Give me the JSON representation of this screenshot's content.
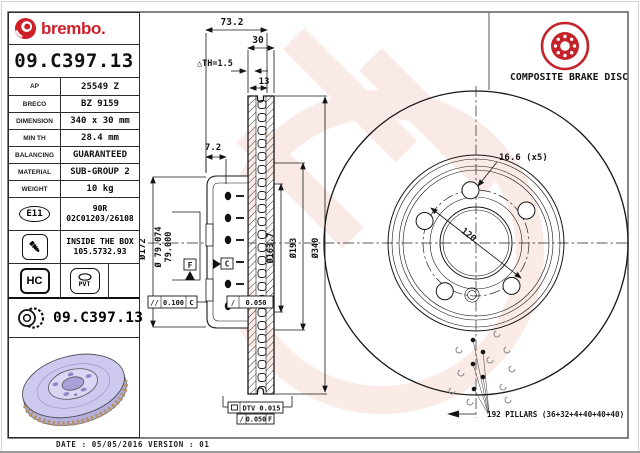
{
  "page": {
    "brand": "brembo.",
    "part_number": "09.C397.13",
    "composite_label": "COMPOSITE BRAKE DISC",
    "date_line": "DATE : 05/05/2016 VERSION : 01"
  },
  "spec": {
    "rows": [
      {
        "label": "AP",
        "value": "25549 Z"
      },
      {
        "label": "BRECO",
        "value": "BZ 9159"
      },
      {
        "label": "DIMENSION",
        "value": "340 x 30 mm"
      },
      {
        "label": "MIN TH",
        "value": "28.4 mm"
      },
      {
        "label": "BALANCING",
        "value": "GUARANTEED"
      },
      {
        "label": "MATERIAL",
        "value": "SUB-GROUP 2"
      },
      {
        "label": "WEIGHT",
        "value": "10 kg"
      }
    ],
    "e11_badge": "E11",
    "e11_line1": "90R",
    "e11_line2": "02C01203/26108",
    "box_line1": "INSIDE THE BOX",
    "box_line2": "105.5732.93",
    "hc_badge": "HC",
    "pvt_badge": "PVT",
    "bottom_part_number": "09.C397.13"
  },
  "dims": {
    "total_height": "73.2",
    "band_width": "30",
    "th": "△TH=1.5",
    "pad_depth": "13",
    "flange": "7.2",
    "dia_172": "Ø172",
    "bore_hi": "Ø 79.074",
    "bore_lo": "79.000",
    "dia_163": "Ø163.7",
    "dia_193": "Ø193",
    "dia_340": "Ø340",
    "bolt_hole": "16.6 (x5)",
    "pcd": "120",
    "pillars": "192 PILLARS (36+32+4+40+40+40)"
  },
  "tol": {
    "par_sym": "//",
    "par_val": "0.100",
    "par_datum": "C",
    "run_sym": "/",
    "run_val": "0.050",
    "dtv": "DTV 0.015",
    "flat_sym": "/",
    "flat_val": "0.050",
    "flat_datum": "F",
    "datum_c": "C",
    "datum_f": "F"
  }
}
